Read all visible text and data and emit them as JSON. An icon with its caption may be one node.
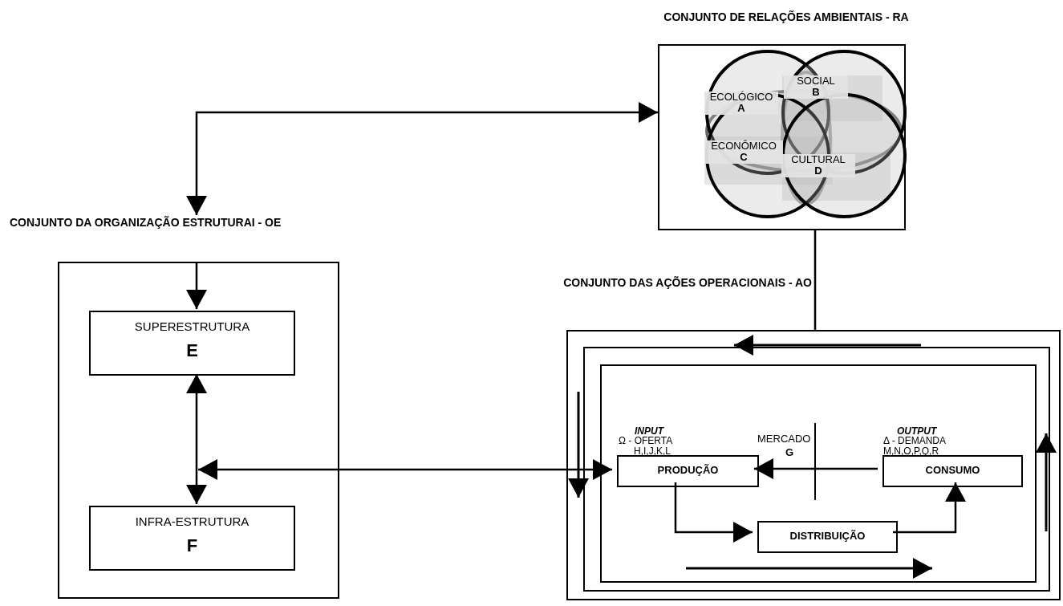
{
  "diagram": {
    "nodes": [
      {
        "text": [
          "CONJUNTO DE RELAÇÕES AMBIENTAIS - RA"
        ]
      },
      {
        "text": [
          "ECOLÓGICO",
          "A"
        ],
        "in": 0
      },
      {
        "text": [
          "SOCIAL",
          "B"
        ],
        "in": 0
      },
      {
        "text": [
          "ECONÔMICO",
          "C"
        ],
        "in": 0
      },
      {
        "text": [
          "CULTURAL",
          "D"
        ],
        "in": 0
      },
      {
        "text": [
          "CONJUNTO DA ORGANIZAÇÃO ESTRUTURAI - OE"
        ]
      },
      {
        "text": [
          "SUPERESTRUTURA",
          "E"
        ],
        "in": 5
      },
      {
        "text": [
          "INFRA-ESTRUTURA",
          "F"
        ],
        "in": 5
      },
      {
        "text": [
          "CONJUNTO DAS AÇÕES OPERACIONAIS - AO"
        ]
      },
      {
        "text": [],
        "shape": "box",
        "in": 8
      },
      {
        "text": [],
        "shape": "box",
        "in": 9
      },
      {
        "text": [
          "PRODUÇÃO"
        ],
        "beside": [
          "INPUT",
          "Ω - OFERTA",
          "H,I,J,K,L"
        ],
        "in": 10
      },
      {
        "text": [
          "CONSUMO"
        ],
        "beside": [
          "OUTPUT",
          "Δ - DEMANDA",
          "M,N,O,P,Q,R"
        ],
        "in": 10
      },
      {
        "text": [
          "DISTRIBUIÇÃO"
        ],
        "in": 10
      }
    ],
    "edges": [
      {
        "from": 5,
        "to": 0,
        "arrow": "both"
      },
      {
        "from": 5,
        "to": 6,
        "arrow": "to"
      },
      {
        "from": 6,
        "to": 7,
        "arrow": "both"
      },
      {
        "from": null,
        "to": 11,
        "arrow": "both"
      },
      {
        "from": 0,
        "to": 8,
        "arrow": "none"
      },
      {
        "from": 12,
        "to": 11,
        "arrow": "to"
      },
      {
        "from": 11,
        "to": 13,
        "arrow": "to"
      },
      {
        "from": 13,
        "to": 12,
        "arrow": "to"
      }
    ],
    "labels": [
      "MERCADO",
      "G"
    ]
  }
}
